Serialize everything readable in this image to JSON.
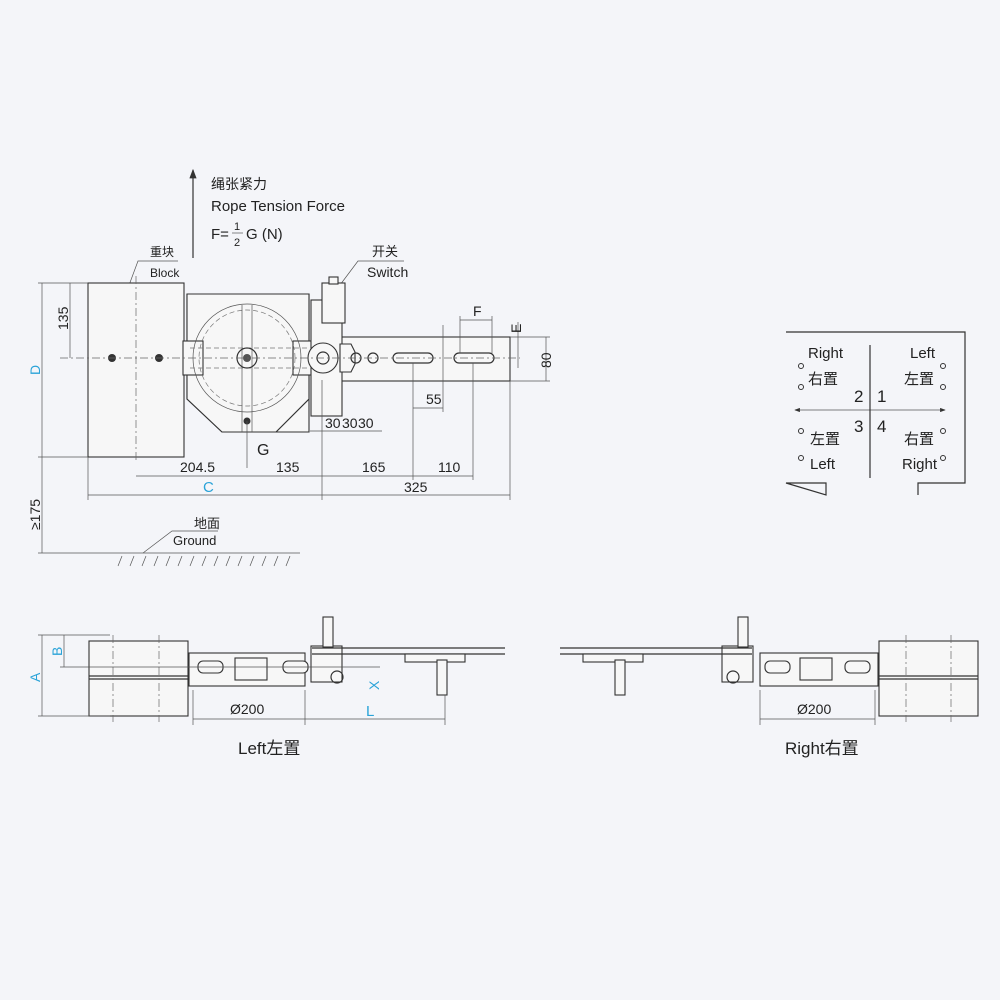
{
  "force": {
    "zh": "绳张紧力",
    "en": "Rope Tension Force",
    "formula_prefix": "F=",
    "numerator": "1",
    "denominator": "2",
    "formula_suffix": "G (N)"
  },
  "block": {
    "zh": "重块",
    "en": "Block"
  },
  "switch": {
    "zh": "开关",
    "en": "Switch"
  },
  "ground": {
    "zh": "地面",
    "en": "Ground"
  },
  "weight_label": "G",
  "dimensions": {
    "D": "D",
    "C": "C",
    "F": "F",
    "E": "E",
    "d135_v": "135",
    "d175": "≥175",
    "d80": "80",
    "d55": "55",
    "d30a": "30",
    "d30b": "30",
    "d30c": "30",
    "d204": "204.5",
    "d135_h": "135",
    "d165": "165",
    "d110": "110",
    "d325": "325",
    "A": "A",
    "B": "B",
    "X": "X",
    "L": "L",
    "dia_left": "Ø200",
    "dia_right": "Ø200"
  },
  "views": {
    "left": "Left左置",
    "right": "Right右置"
  },
  "orientation": {
    "q2_en": "Right",
    "q2_zh": "右置",
    "q2_num": "2",
    "q1_en": "Left",
    "q1_zh": "左置",
    "q1_num": "1",
    "q3_en": "Left",
    "q3_zh": "左置",
    "q3_num": "3",
    "q4_en": "Right",
    "q4_zh": "右置",
    "q4_num": "4"
  },
  "colors": {
    "dimension_letters": "#2aa3d8",
    "background": "#f4f5f9"
  }
}
